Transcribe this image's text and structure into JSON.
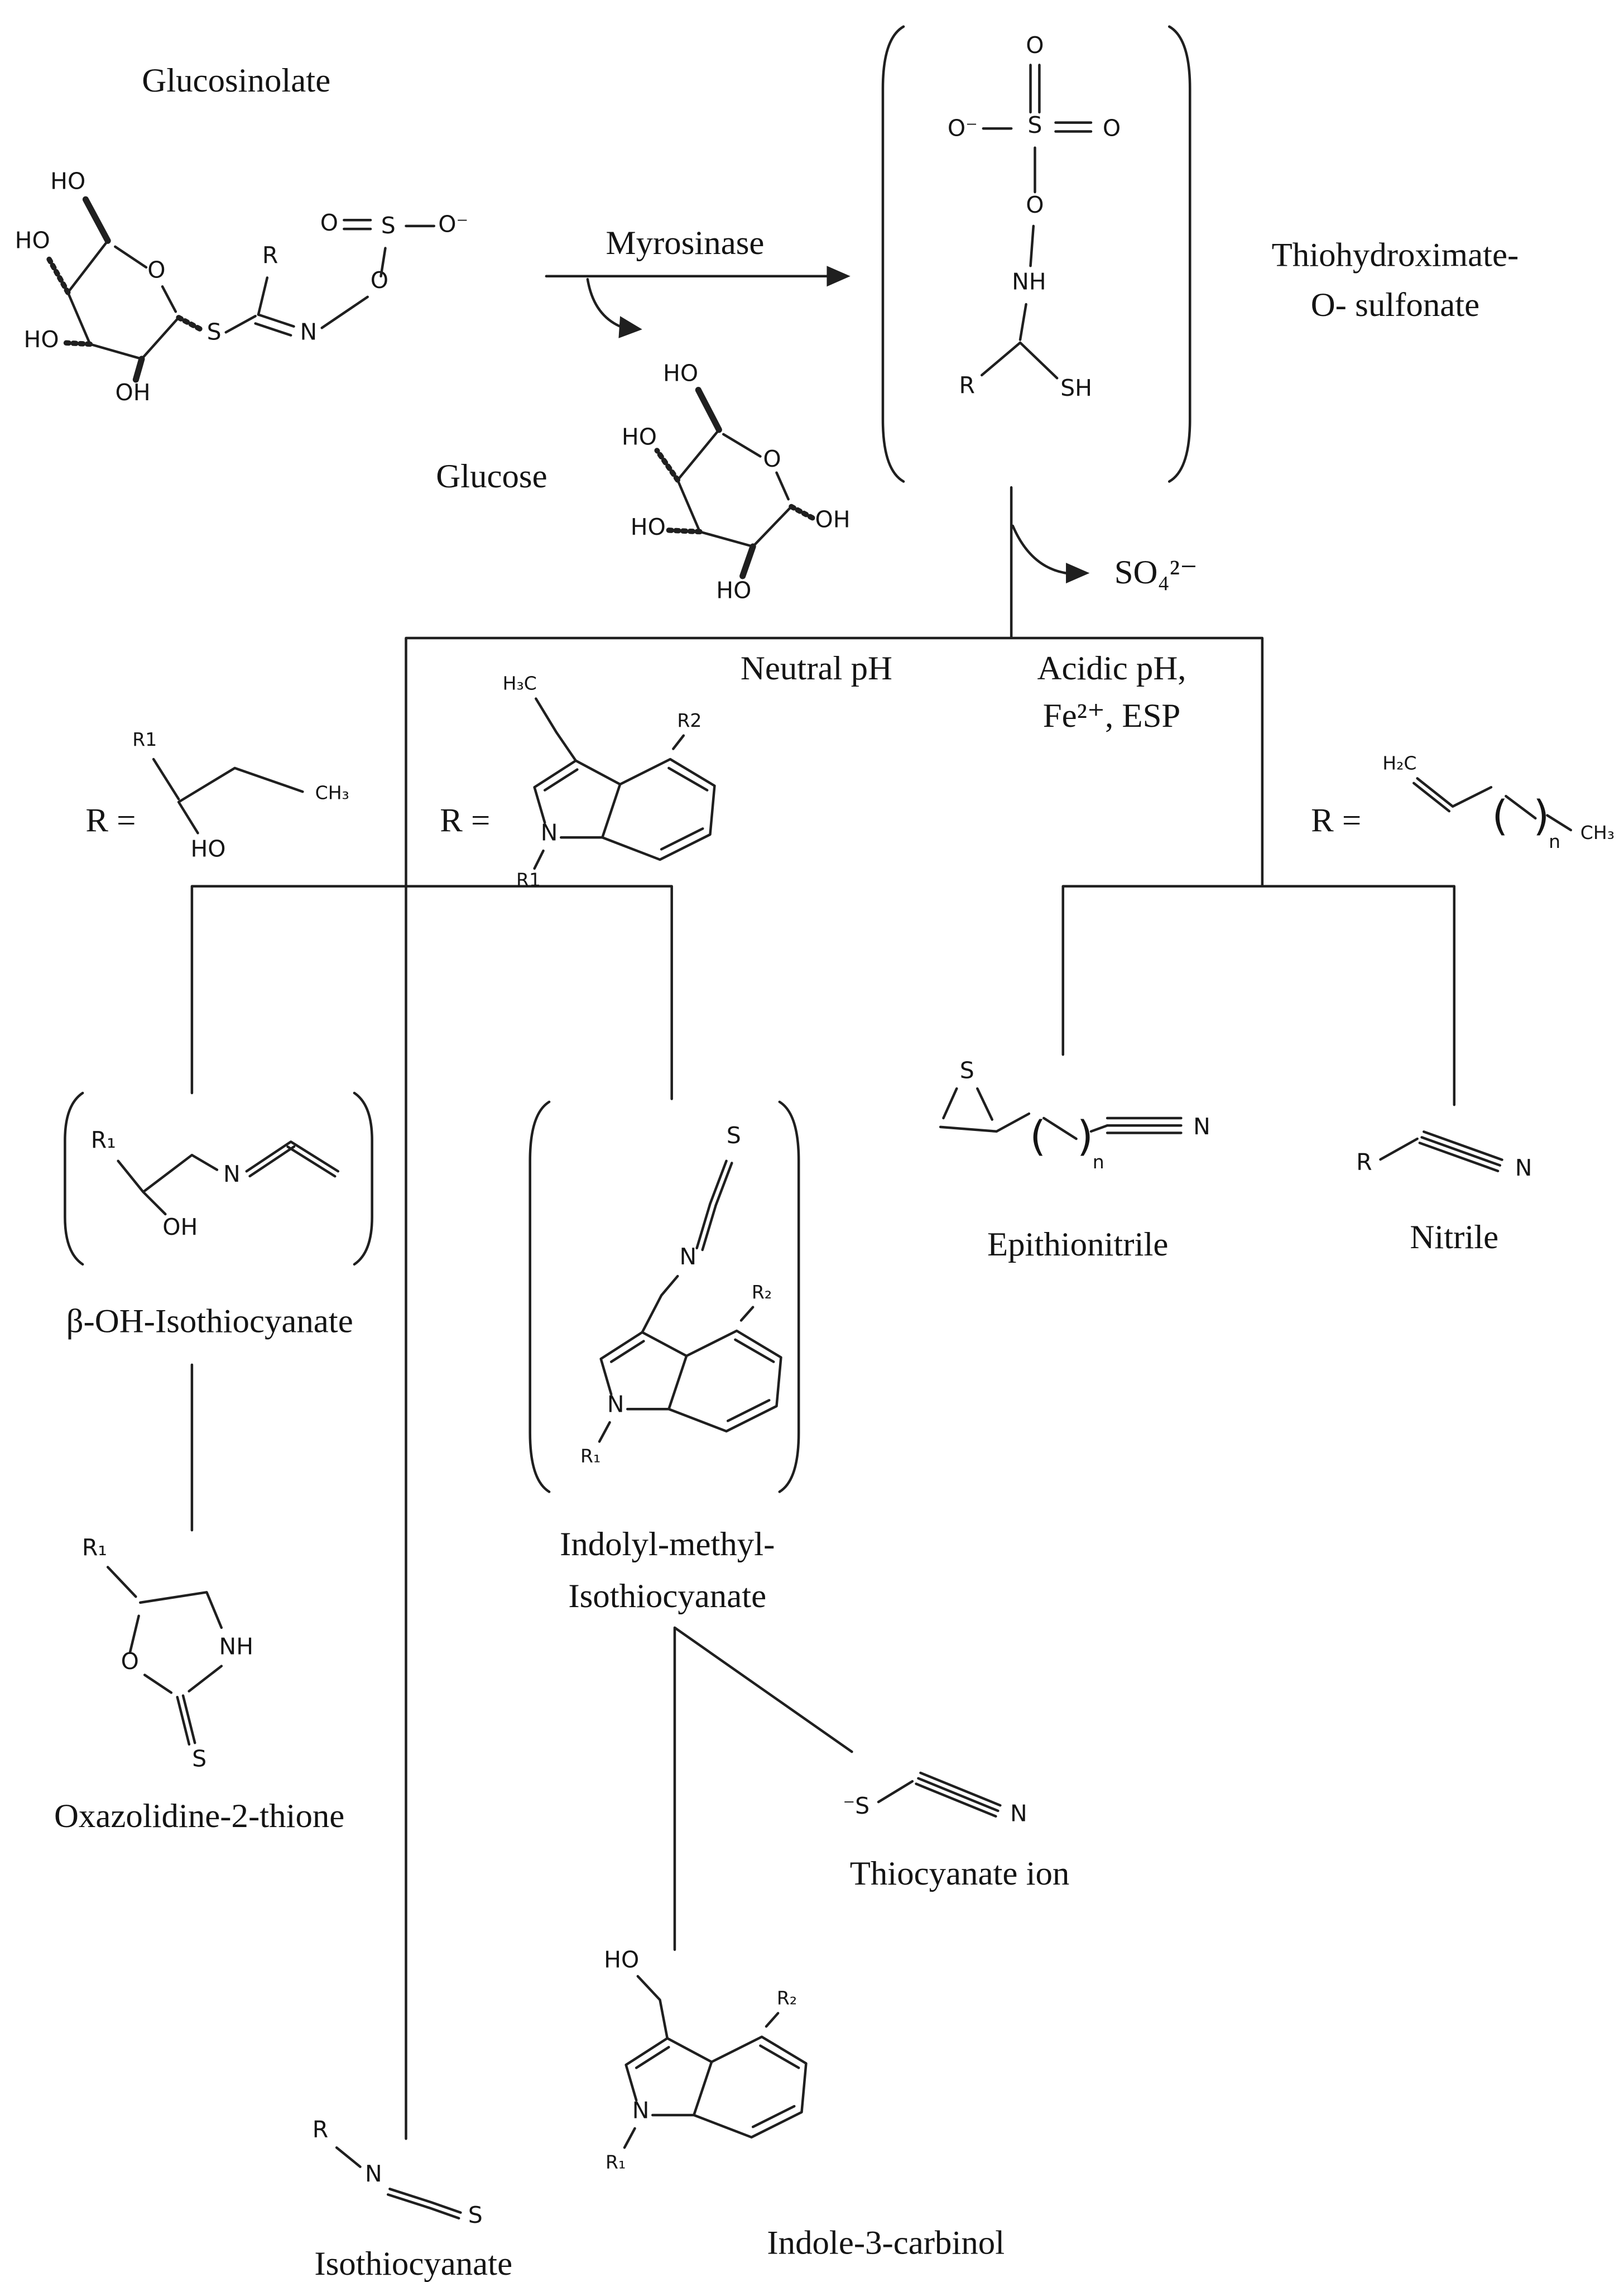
{
  "molecules": {
    "glucosinolate": {
      "label": "Glucosinolate"
    },
    "glucose": {
      "label": "Glucose"
    },
    "thiohydroximate": {
      "label_line1": "Thiohydroximate-",
      "label_line2": "O- sulfonate"
    },
    "beta_oh_isothiocyanate": {
      "label": "β-OH-Isothiocyanate"
    },
    "oxazolidine_2_thione": {
      "label": "Oxazolidine-2-thione"
    },
    "indolyl_methyl_isothiocyanate": {
      "label_line1": "Indolyl-methyl-",
      "label_line2": "Isothiocyanate"
    },
    "epithionitrile": {
      "label": "Epithionitrile"
    },
    "nitrile": {
      "label": "Nitrile"
    },
    "thiocyanate_ion": {
      "label": "Thiocyanate ion"
    },
    "isothiocyanate": {
      "label": "Isothiocyanate"
    },
    "indole_3_carbinol": {
      "label": "Indole-3-carbinol"
    }
  },
  "reaction": {
    "enzyme": "Myrosinase",
    "byproduct_sulfate": "SO₄²⁻",
    "condition_neutral": "Neutral pH",
    "condition_acidic_line1": "Acidic pH,",
    "condition_acidic_line2": "Fe²⁺, ESP",
    "r_equals": "R ="
  },
  "atoms": {
    "HO": "HO",
    "OH": "OH",
    "O": "O",
    "O_minus": "O⁻",
    "S": "S",
    "S_minus": "⁻S",
    "SH": "SH",
    "N": "N",
    "NH": "NH",
    "R": "R",
    "R1": "R1",
    "R2": "R2",
    "R1_sub": "R₁",
    "R2_sub": "R₂",
    "CH3": "CH₃",
    "H3C": "H₃C",
    "H2C": "H₂C",
    "n": "n",
    "paren_open": "(",
    "paren_close": ")"
  }
}
